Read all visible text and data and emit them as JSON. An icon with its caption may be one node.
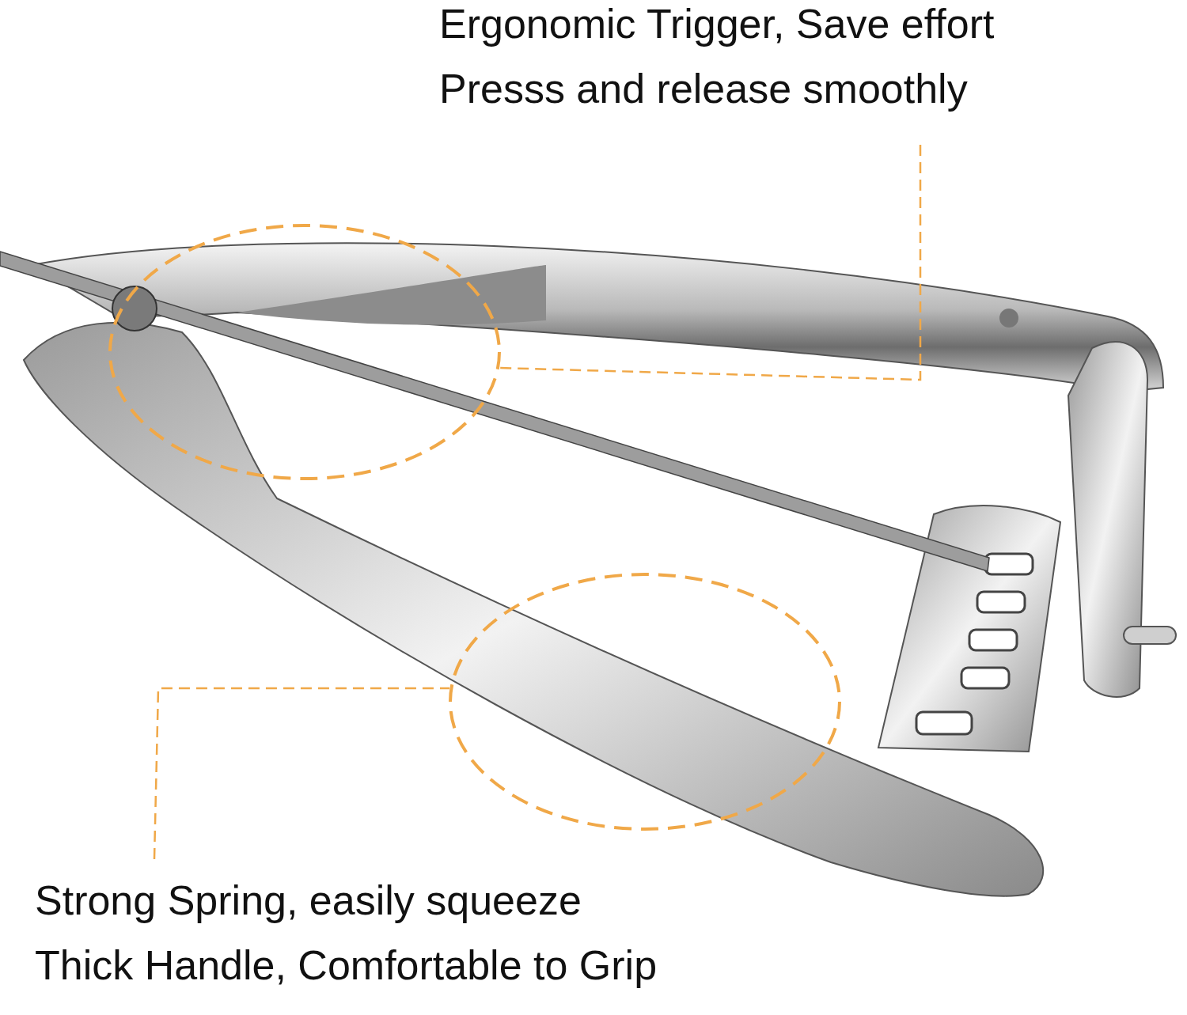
{
  "diagram": {
    "nodes": [
      {
        "text": [
          "Ergonomic Trigger, Save effort",
          "Presss and release smoothly"
        ]
      },
      {
        "text": [],
        "shape": "circle"
      },
      {
        "text": [
          "Strong Spring, easily squeeze",
          "Thick Handle, Comfortable to Grip"
        ]
      },
      {
        "text": [],
        "shape": "circle"
      }
    ],
    "edges": [
      {
        "from": 0,
        "to": 1,
        "arrow": "none",
        "style": "dashed",
        "color": "#f0a848"
      },
      {
        "from": 2,
        "to": 3,
        "arrow": "none",
        "style": "dashed",
        "color": "#f0a848"
      }
    ]
  }
}
